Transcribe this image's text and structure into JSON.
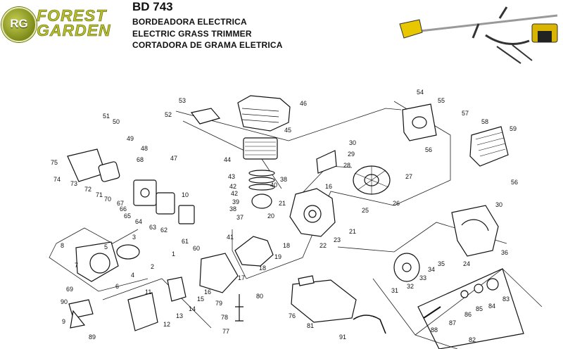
{
  "logo": {
    "badge": "RG",
    "line1": "FOREST",
    "line2": "GARDEN"
  },
  "header": {
    "model": "BD 743",
    "line1": "BORDEADORA ELECTRICA",
    "line2": "ELECTRIC GRASS TRIMMER",
    "line3": "CORTADORA DE GRAMA ELETRICA"
  },
  "callouts": [
    "1",
    "2",
    "3",
    "4",
    "5",
    "6",
    "7",
    "8",
    "9",
    "10",
    "11",
    "12",
    "13",
    "14",
    "15",
    "16",
    "16",
    "17",
    "18",
    "18",
    "19",
    "20",
    "21",
    "21",
    "22",
    "23",
    "24",
    "25",
    "26",
    "27",
    "28",
    "29",
    "30",
    "30",
    "31",
    "32",
    "33",
    "34",
    "35",
    "36",
    "37",
    "38",
    "38",
    "39",
    "40",
    "41",
    "42",
    "42",
    "43",
    "44",
    "45",
    "46",
    "47",
    "48",
    "49",
    "50",
    "51",
    "52",
    "53",
    "54",
    "55",
    "56",
    "56",
    "57",
    "58",
    "59",
    "60",
    "61",
    "62",
    "63",
    "64",
    "65",
    "66",
    "67",
    "68",
    "69",
    "70",
    "71",
    "72",
    "73",
    "74",
    "75",
    "76",
    "77",
    "78",
    "79",
    "80",
    "81",
    "82",
    "83",
    "84",
    "85",
    "86",
    "87",
    "88",
    "89",
    "90",
    "91"
  ]
}
